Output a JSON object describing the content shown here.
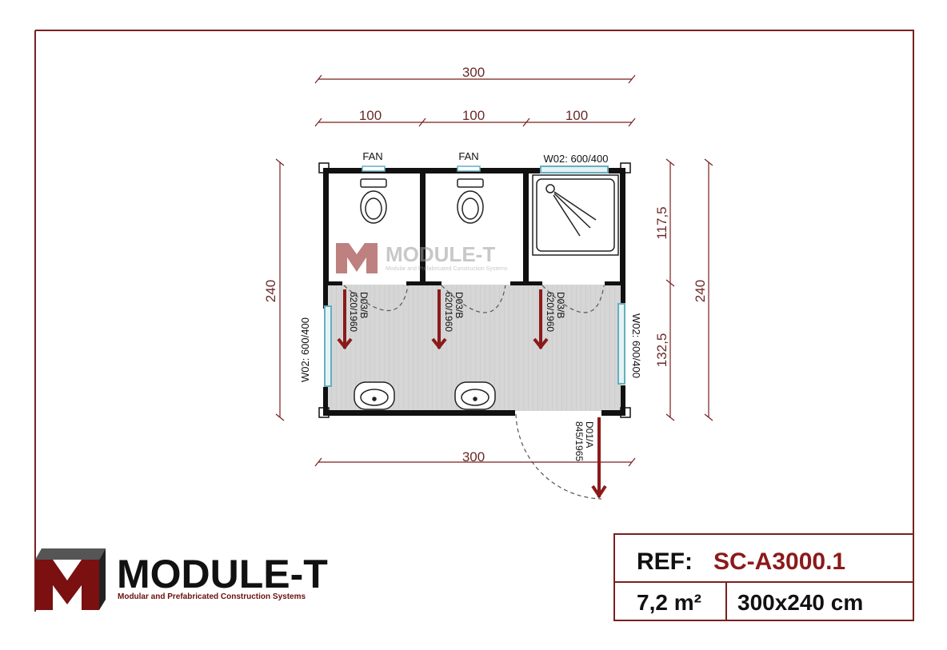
{
  "dimensions": {
    "top_total": "300",
    "top_seg_1": "100",
    "top_seg_2": "100",
    "top_seg_3": "100",
    "bottom_total": "300",
    "left_total": "240",
    "right_total": "240",
    "right_upper": "117,5",
    "right_lower": "132,5"
  },
  "labels": {
    "fan_1": "FAN",
    "fan_2": "FAN",
    "window_top": "W02: 600/400",
    "window_left": "W02: 600/400",
    "window_right": "W02: 600/400"
  },
  "doors": [
    {
      "code": "D03/B",
      "size": "620/1960"
    },
    {
      "code": "D03/B",
      "size": "620/1960"
    },
    {
      "code": "D03/B",
      "size": "620/1960"
    }
  ],
  "entrance_door": {
    "code": "D01/A",
    "size": "845/1965"
  },
  "watermark": {
    "name": "MODULE-T",
    "tagline": "Modular and Prefabricated Construction Systems"
  },
  "brand": {
    "name": "MODULE-T",
    "tagline": "Modular and Prefabricated Construction Systems"
  },
  "title_block": {
    "ref_label": "REF:",
    "ref_value": "SC-A3000.1",
    "area": "7,2 m²",
    "size": "300x240 cm"
  },
  "colors": {
    "frame": "#7a1f1f",
    "accent": "#8b1a1a",
    "wall": "#111111",
    "floor": "#d4d4d4"
  }
}
